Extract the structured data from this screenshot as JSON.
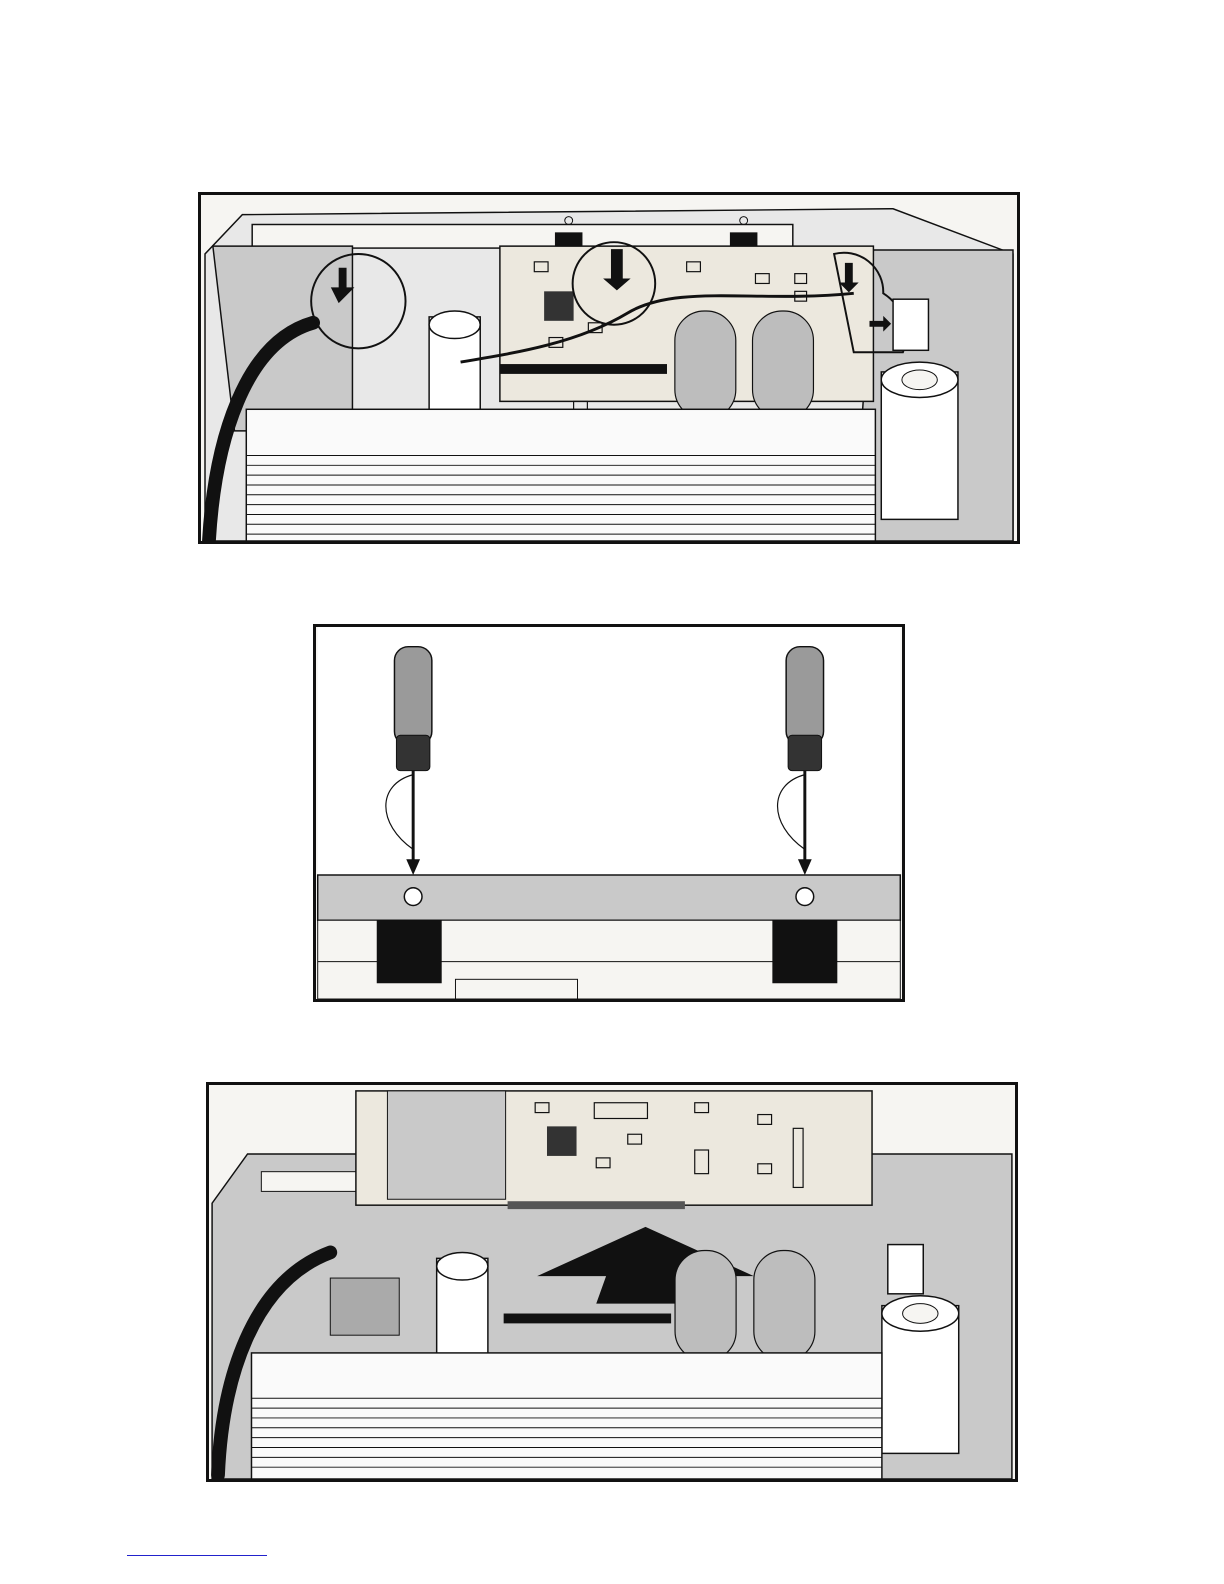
{
  "page": {
    "figures": [
      {
        "id": "fig1",
        "subject": "amplifier-interior-disconnect-cables"
      },
      {
        "id": "fig2",
        "subject": "remove-two-screws-with-screwdrivers"
      },
      {
        "id": "fig3",
        "subject": "lift-control-board-out"
      }
    ]
  },
  "colors": {
    "line": "#111111",
    "panel_gray": "#c9c9c9",
    "board_cream": "#ece8de",
    "background": "#f6f5f2",
    "footer_link": "#2222cc"
  },
  "icons": [
    "down-arrow-icon",
    "right-arrow-icon",
    "up-arrow-icon",
    "screwdriver-icon",
    "screw-icon"
  ]
}
